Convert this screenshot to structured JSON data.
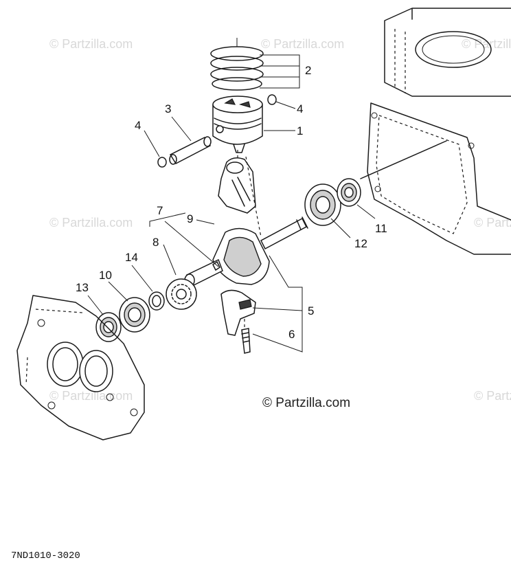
{
  "watermark": "© Partzilla.com",
  "copyright": "© Partzilla.com",
  "diagram_code": "7ND1010-3020",
  "parts": [
    {
      "num": "1"
    },
    {
      "num": "2"
    },
    {
      "num": "3"
    },
    {
      "num": "4"
    },
    {
      "num": "4"
    },
    {
      "num": "5"
    },
    {
      "num": "6"
    },
    {
      "num": "7"
    },
    {
      "num": "8"
    },
    {
      "num": "9"
    },
    {
      "num": "10"
    },
    {
      "num": "11"
    },
    {
      "num": "12"
    },
    {
      "num": "13"
    },
    {
      "num": "14"
    }
  ]
}
